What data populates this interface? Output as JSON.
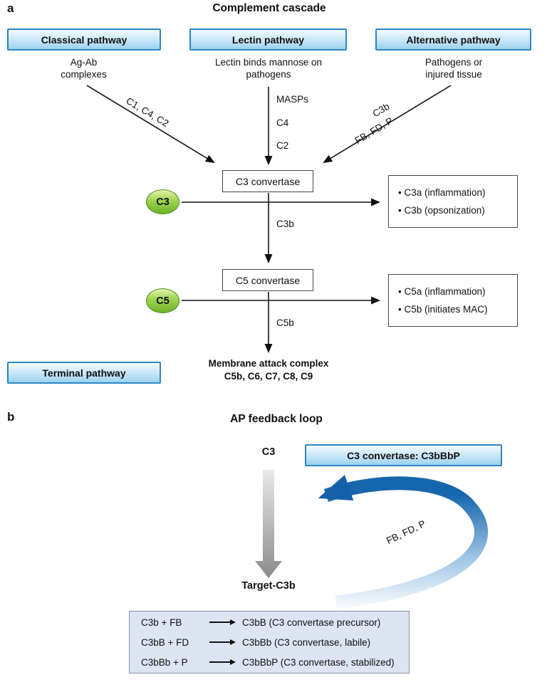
{
  "colors": {
    "pathway_border": "#2e86c4",
    "pathway_fill": "#9bd2f0",
    "green_fill": "#7cbb32",
    "arrow": "#111111",
    "feedback_blue": "#1666ae",
    "formula_bg": "#dde4f2"
  },
  "panel_a": {
    "label": "a",
    "title": "Complement cascade",
    "classical": {
      "box": "Classical pathway",
      "desc": "Ag-Ab\ncomplexes",
      "arrow_label": "C1, C4, C2"
    },
    "lectin": {
      "box": "Lectin pathway",
      "desc": "Lectin binds mannose on\npathogens",
      "labels": [
        "MASPs",
        "C4",
        "C2"
      ]
    },
    "alternative": {
      "box": "Alternative pathway",
      "desc": "Pathogens or\ninjured tissue",
      "arrow_labels": [
        "C3b",
        "FB, FD, P"
      ]
    },
    "c3_convertase": "C3 convertase",
    "c3_substrate": "C3",
    "c3_outputs": [
      "• C3a (inflammation)",
      "• C3b (opsonization)"
    ],
    "c3b_step_label": "C3b",
    "c5_convertase": "C5 convertase",
    "c5_substrate": "C5",
    "c5_outputs": [
      "• C5a (inflammation)",
      "• C5b (initiates MAC)"
    ],
    "c5b_step_label": "C5b",
    "mac": "Membrane attack complex\nC5b, C6, C7, C8, C9",
    "terminal": "Terminal pathway"
  },
  "panel_b": {
    "label": "b",
    "title": "AP feedback loop",
    "c3": "C3",
    "convertase_box": "C3 convertase: C3bBbP",
    "target": "Target-C3b",
    "loop_label": "FB, FD, P",
    "formulas": [
      {
        "lhs": "C3b + FB",
        "rhs": "C3bB (C3 convertase precursor)"
      },
      {
        "lhs": "C3bB + FD",
        "rhs": "C3bBb (C3 convertase, labile)"
      },
      {
        "lhs": "C3bBb + P",
        "rhs": "C3bBbP (C3 convertase, stabilized)"
      }
    ]
  }
}
